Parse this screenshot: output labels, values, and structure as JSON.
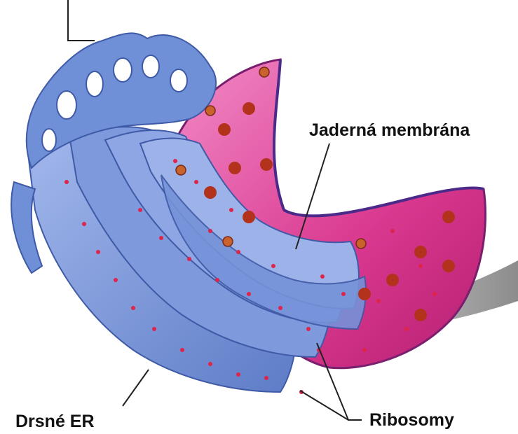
{
  "labels": {
    "nuclear_membrane": "Jaderná membrána",
    "rough_er": "Drsné ER",
    "ribosomes": "Ribosomy"
  },
  "colors": {
    "er_blue": "#6f8fd6",
    "er_blue_dark": "#4e69b4",
    "er_blue_light": "#9fb5ea",
    "nucleus_pink": "#d8358f",
    "nucleus_pink_light": "#f08ac4",
    "ribosome_red": "#e0234a",
    "pore_orange": "#c9622b",
    "arrow_gray": "#a7a7a7"
  }
}
